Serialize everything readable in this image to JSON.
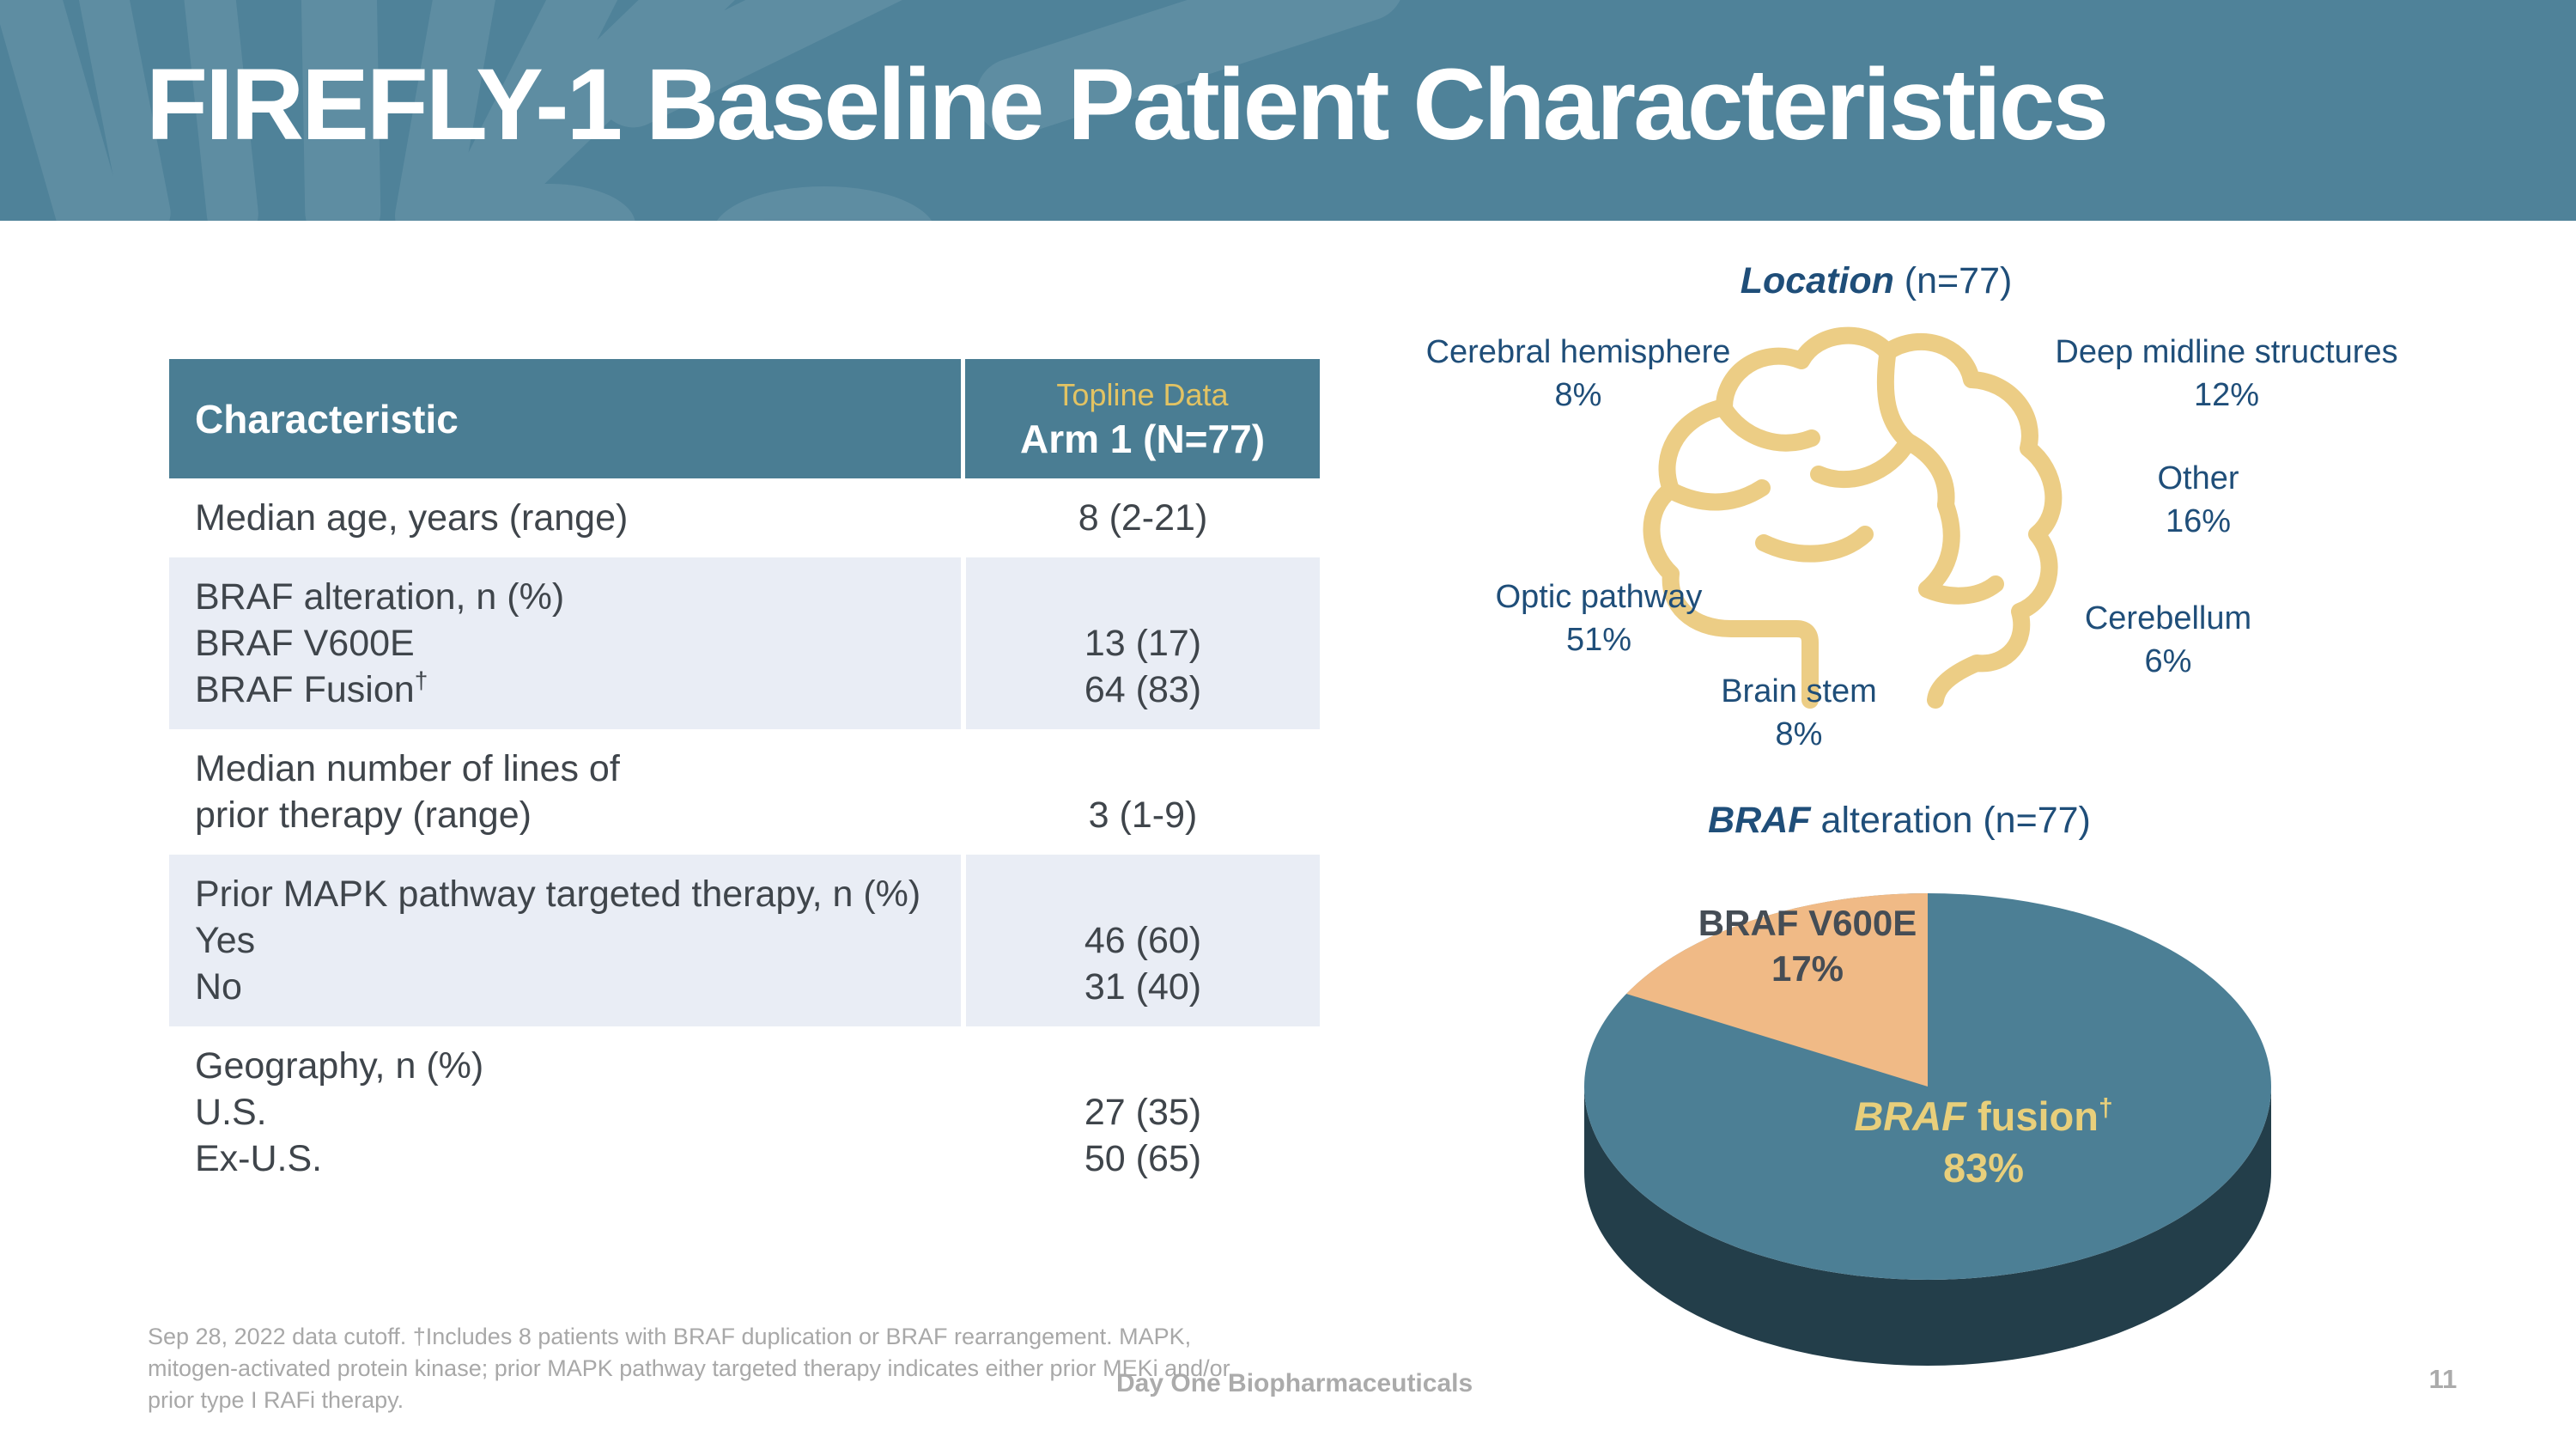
{
  "slide": {
    "title": "FIREFLY-1 Baseline Patient Characteristics",
    "page_number": "11",
    "brand": "Day One Biopharmaceuticals",
    "footnote_lines": [
      "Sep 28, 2022 data cutoff. †Includes 8 patients with BRAF duplication or BRAF rearrangement.  MAPK,",
      "mitogen-activated protein kinase; prior MAPK pathway targeted therapy indicates either prior MEKi and/or",
      "prior type I RAFi therapy."
    ]
  },
  "table": {
    "header": {
      "characteristic": "Characteristic",
      "topline": "Topline Data",
      "arm": "Arm 1 (N=77)"
    },
    "rows": [
      {
        "lines": [
          {
            "label": "Median age, years (range)",
            "value": "8 (2-21)"
          }
        ]
      },
      {
        "lines": [
          {
            "label": "BRAF alteration, n (%)",
            "value": ""
          },
          {
            "label": "BRAF V600E",
            "value": "13 (17)"
          },
          {
            "label": "BRAF Fusion",
            "sup": "†",
            "value": "64 (83)"
          }
        ]
      },
      {
        "lines": [
          {
            "label": "Median number of lines of",
            "value": ""
          },
          {
            "label": "prior therapy (range)",
            "value": "3 (1-9)"
          }
        ]
      },
      {
        "lines": [
          {
            "label": "Prior MAPK pathway targeted therapy, n (%)",
            "value": ""
          },
          {
            "label": "Yes",
            "value": "46 (60)"
          },
          {
            "label": "No",
            "value": "31 (40)"
          }
        ]
      },
      {
        "lines": [
          {
            "label": "Geography, n (%)",
            "value": ""
          },
          {
            "label": "U.S.",
            "value": "27 (35)"
          },
          {
            "label": "Ex-U.S.",
            "value": "50 (65)"
          }
        ]
      }
    ]
  },
  "location_chart": {
    "title_em": "Location",
    "title_rest": " (n=77)",
    "labels": [
      {
        "name": "Cerebral hemisphere",
        "pct": "8%"
      },
      {
        "name": "Deep midline structures",
        "pct": "12%"
      },
      {
        "name": "Other",
        "pct": "16%"
      },
      {
        "name": "Optic pathway",
        "pct": "51%"
      },
      {
        "name": "Cerebellum",
        "pct": "6%"
      },
      {
        "name": "Brain stem",
        "pct": "8%"
      }
    ]
  },
  "pie_chart": {
    "title_em": "BRAF",
    "title_rest": " alteration (n=77)",
    "v600e_label": "BRAF V600E",
    "v600e_pct": "17%",
    "fusion_em": "BRAF",
    "fusion_rest": " fusion",
    "fusion_sup": "†",
    "fusion_pct": "83%"
  },
  "colors": {
    "banner_teal": "#4F8299",
    "table_header_teal": "#4A7D93",
    "row_shade": "#E9EDF5",
    "pie_teal": "#4C7F95",
    "pie_orange": "#F0BA86",
    "pie_base_dark": "#233E4A",
    "brain_gold": "#ECCD85",
    "navy": "#1F4E79",
    "accent_yellow": "#E2C363",
    "fusion_label_yellow": "#E8CF7B",
    "footer_gray": "#A8A8A8"
  },
  "chart_data": [
    {
      "type": "pie",
      "title": "BRAF alteration (n=77)",
      "n": 77,
      "labels": [
        "BRAF fusion†",
        "BRAF V600E"
      ],
      "values": [
        83,
        17
      ],
      "unit": "percent",
      "colors": [
        "#4C7F95",
        "#F0BA86"
      ],
      "layout": "3D pie, V600E slice spans 17% counterclockwise from 12 o'clock"
    },
    {
      "type": "other",
      "subtype": "anatomical-distribution-diagram",
      "title": "Location (n=77)",
      "n": 77,
      "categories": [
        "Optic pathway",
        "Other",
        "Deep midline structures",
        "Cerebral hemisphere",
        "Brain stem",
        "Cerebellum"
      ],
      "values": [
        51,
        16,
        12,
        8,
        8,
        6
      ],
      "unit": "percent"
    }
  ]
}
